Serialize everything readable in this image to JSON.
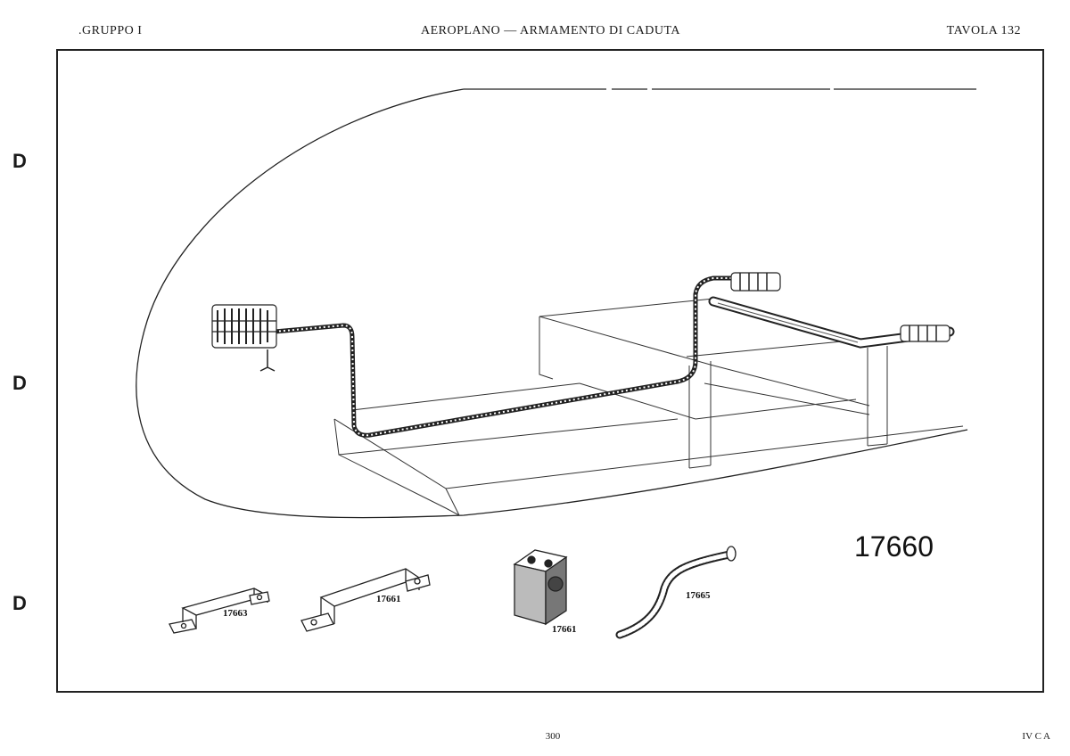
{
  "header": {
    "left": ".GRUPPO I",
    "center": "AEROPLANO — ARMAMENTO DI CADUTA",
    "right": "TAVOLA 132"
  },
  "side_marks": [
    "D",
    "D",
    "D"
  ],
  "drawing_number": "17660",
  "parts": [
    {
      "label": "17663"
    },
    {
      "label": "17661"
    },
    {
      "label": "17661"
    },
    {
      "label": "17665"
    }
  ],
  "footer": {
    "page": "300",
    "right": "IV C A"
  }
}
